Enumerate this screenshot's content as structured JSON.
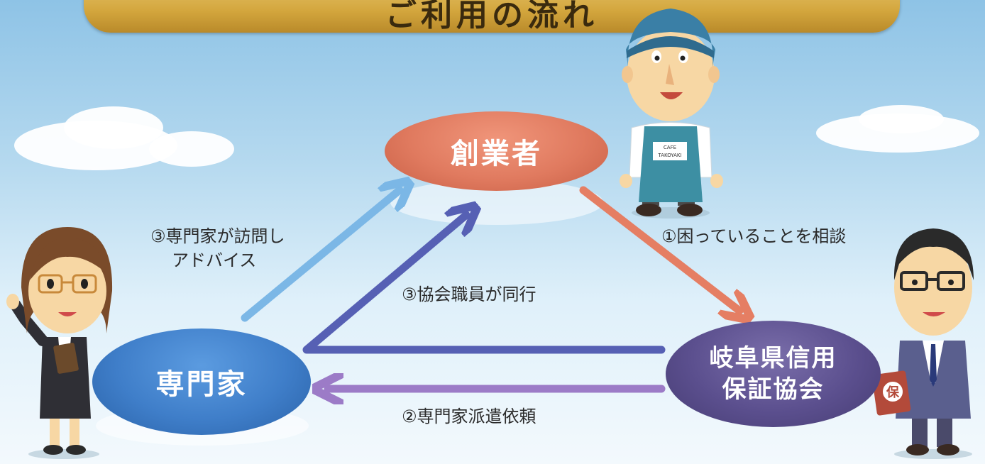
{
  "header": {
    "title": "ご利用の流れ"
  },
  "nodes": {
    "founder": {
      "label": "創業者"
    },
    "expert": {
      "label": "専門家"
    },
    "association": {
      "line1": "岐阜県信用",
      "line2": "保証協会"
    }
  },
  "steps": {
    "consult": "①困っていることを相談",
    "dispatch_request": "②専門家派遣依頼",
    "expert_visit_line1": "③専門家が訪問し",
    "expert_visit_line2": "アドバイス",
    "staff_accompany": "③協会職員が同行"
  },
  "characters": {
    "apron_text_line1": "CAFE",
    "apron_text_line2": "TAKOYAKI",
    "book_mark": "保"
  },
  "colors": {
    "founder": "#e07a5f",
    "expert": "#3f7ec9",
    "association": "#5b4f8e",
    "arrow_consult": "#e57e63",
    "arrow_visit": "#7bb7e6",
    "arrow_accompany": "#5660b4",
    "arrow_dispatch": "#9c7bc7",
    "banner": "#d3a63d"
  }
}
